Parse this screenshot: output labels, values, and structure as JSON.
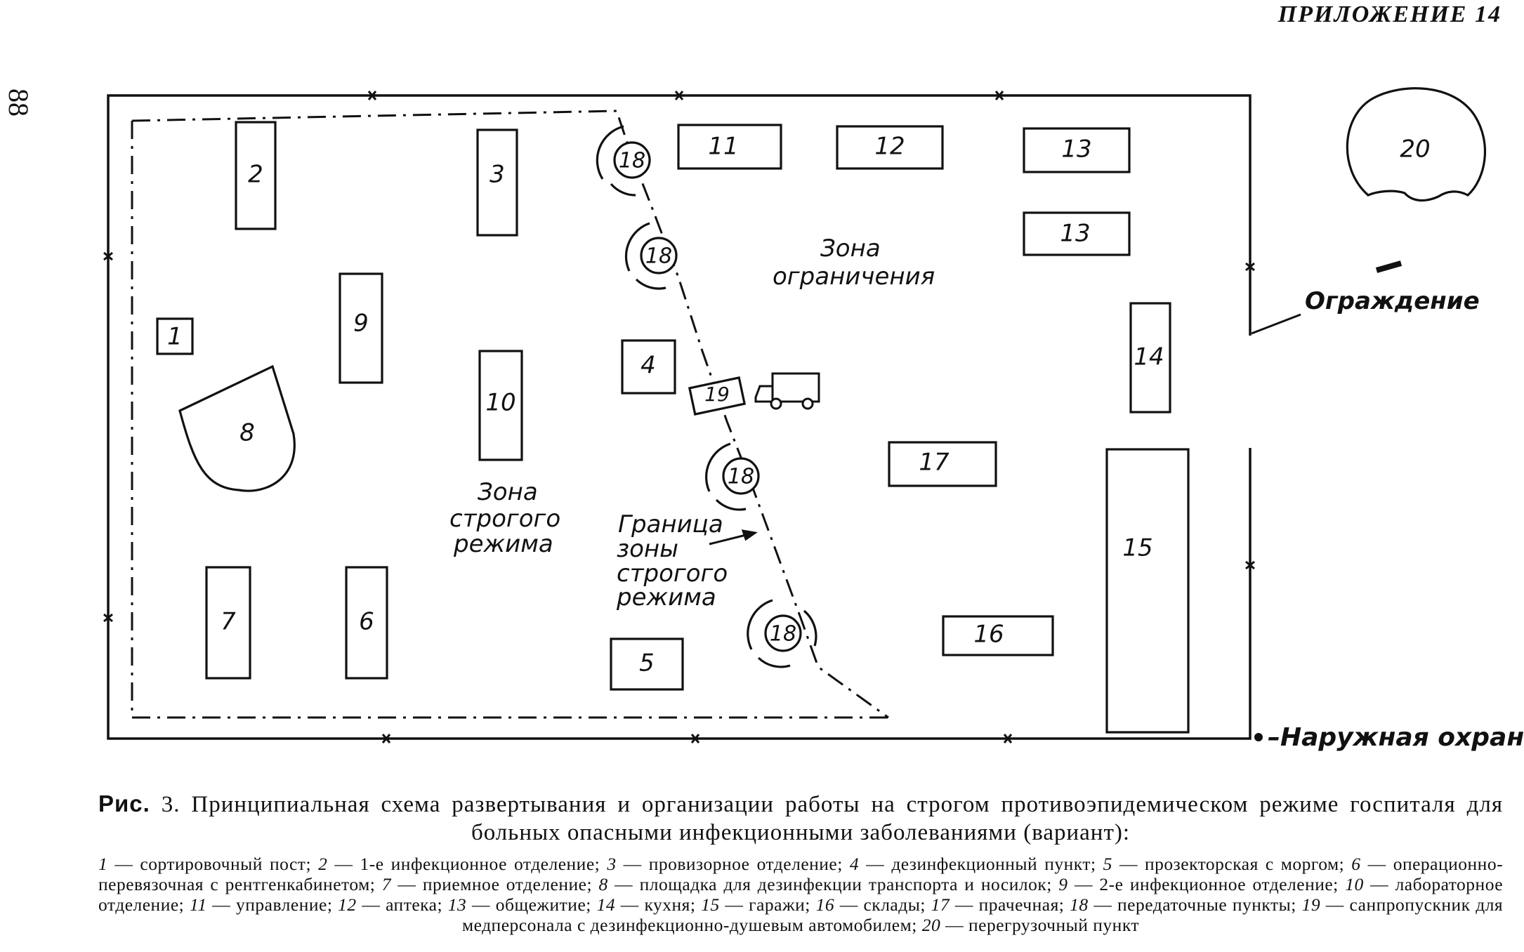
{
  "header": {
    "appendix": "ПРИЛОЖЕНИЕ 14"
  },
  "page_number": "88",
  "diagram": {
    "buildings": [
      {
        "id": "1",
        "label": "1"
      },
      {
        "id": "2",
        "label": "2"
      },
      {
        "id": "3",
        "label": "3"
      },
      {
        "id": "4",
        "label": "4"
      },
      {
        "id": "5",
        "label": "5"
      },
      {
        "id": "6",
        "label": "6"
      },
      {
        "id": "7",
        "label": "7"
      },
      {
        "id": "8",
        "label": "8"
      },
      {
        "id": "9",
        "label": "9"
      },
      {
        "id": "10",
        "label": "10"
      },
      {
        "id": "11",
        "label": "11"
      },
      {
        "id": "12",
        "label": "12"
      },
      {
        "id": "13a",
        "label": "13"
      },
      {
        "id": "13b",
        "label": "13"
      },
      {
        "id": "14",
        "label": "14"
      },
      {
        "id": "15",
        "label": "15"
      },
      {
        "id": "16",
        "label": "16"
      },
      {
        "id": "17",
        "label": "17"
      },
      {
        "id": "19",
        "label": "19"
      },
      {
        "id": "20",
        "label": "20"
      }
    ],
    "transfer_points": [
      "18",
      "18",
      "18",
      "18"
    ],
    "labels": {
      "zone_restriction_1": "Зона",
      "zone_restriction_2": "ограничения",
      "zone_strict_1": "Зона",
      "zone_strict_2": "строгого",
      "zone_strict_3": "режима",
      "border_1": "Граница",
      "border_2": "зоны",
      "border_3": "строгого",
      "border_4": "режима",
      "fence": "Ограждение",
      "outer_guard": "–Наружная охрана"
    }
  },
  "caption": {
    "fig_label": "Рис.",
    "fig_number": "3.",
    "title": "Принципиальная схема развертывания и организации работы на строгом противоэпидемическом режиме госпиталя для больных опасными инфекционными заболеваниями (вариант):"
  },
  "legend": [
    {
      "n": "1",
      "text": "сортировочный пост;"
    },
    {
      "n": "2",
      "text": "1-е инфекционное отделение;"
    },
    {
      "n": "3",
      "text": "провизорное отделение;"
    },
    {
      "n": "4",
      "text": "дезинфекционный пункт;"
    },
    {
      "n": "5",
      "text": "прозекторская с моргом;"
    },
    {
      "n": "6",
      "text": "операционно-перевязочная с рентгенкабинетом;"
    },
    {
      "n": "7",
      "text": "приемное отделение;"
    },
    {
      "n": "8",
      "text": "площадка для дезинфекции транспорта и носилок;"
    },
    {
      "n": "9",
      "text": "2-е инфекционное отделение;"
    },
    {
      "n": "10",
      "text": "лабораторное отделение;"
    },
    {
      "n": "11",
      "text": "управление;"
    },
    {
      "n": "12",
      "text": "аптека;"
    },
    {
      "n": "13",
      "text": "общежитие;"
    },
    {
      "n": "14",
      "text": "кухня;"
    },
    {
      "n": "15",
      "text": "гаражи;"
    },
    {
      "n": "16",
      "text": "склады;"
    },
    {
      "n": "17",
      "text": "прачечная;"
    },
    {
      "n": "18",
      "text": "передаточные пункты;"
    },
    {
      "n": "19",
      "text": "санпропускник для медперсонала с дезинфекционно-душевым автомобилем;"
    },
    {
      "n": "20",
      "text": "перегрузочный пункт"
    }
  ]
}
